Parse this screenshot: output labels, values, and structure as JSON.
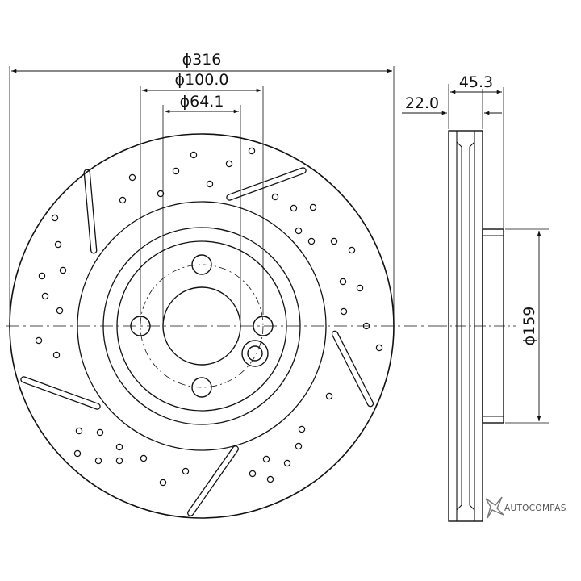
{
  "dimensions": {
    "outer_diameter": "ϕ316",
    "bolt_circle": "ϕ100.0",
    "center_bore": "ϕ64.1",
    "disc_thickness": "22.0",
    "total_height": "45.3",
    "hat_diameter": "ϕ159"
  },
  "watermark": {
    "brand": "AUTOCOMPAS"
  },
  "colors": {
    "line": "#111111",
    "watermark": "#555555",
    "background": "#ffffff"
  }
}
